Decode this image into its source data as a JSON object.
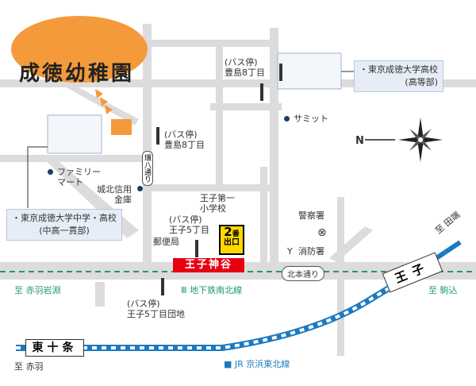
{
  "title": "成徳幼稚園",
  "station": {
    "name": "王子神谷",
    "exit_number": "2",
    "exit_suffix": "番",
    "exit_word": "出口"
  },
  "schools": {
    "high": [
      "・東京成徳大学高校",
      "(高等部)"
    ],
    "junior": [
      "・東京成徳大学中学・高校",
      "(中高一貫部)"
    ]
  },
  "bus_stops": [
    {
      "line1": "(バス停)",
      "line2": "豊島8丁目"
    },
    {
      "line1": "(バス停)",
      "line2": "豊島8丁目"
    },
    {
      "line1": "(バス停)",
      "line2": "王子5丁目"
    },
    {
      "line1": "(バス停)",
      "line2": "王子5丁目団地"
    }
  ],
  "landmarks": {
    "summit": "サミット",
    "family_mart": [
      "ファミリー",
      "マート"
    ],
    "bank": [
      "城北信用",
      "金庫"
    ],
    "school_oji": [
      "王子第一",
      "小学校"
    ],
    "post_office": "郵便局",
    "police": "警察署",
    "fire_station": "消防署"
  },
  "roads": {
    "kitamoto": "北本通り",
    "kanpachi": "環八通り"
  },
  "lines": {
    "subway": "地下鉄南北線",
    "subway_mark": "Ⅲ",
    "jr": "JR 京浜東北線",
    "jr_mark": "■"
  },
  "directions": {
    "akabane_iwabuchi": "至 赤羽岩淵",
    "komagome": "至 駒込",
    "akabane": "至 赤羽",
    "tabata": "至 田端"
  },
  "stations": {
    "higashijujo": "東十条",
    "oji": "王子"
  },
  "compass": "N",
  "colors": {
    "station_red": "#e60012",
    "exit_yellow": "#ffd800",
    "subway_green": "#1e9b6b",
    "jr_blue": "#1d7ac0",
    "road_gray": "#dcdcdc"
  }
}
